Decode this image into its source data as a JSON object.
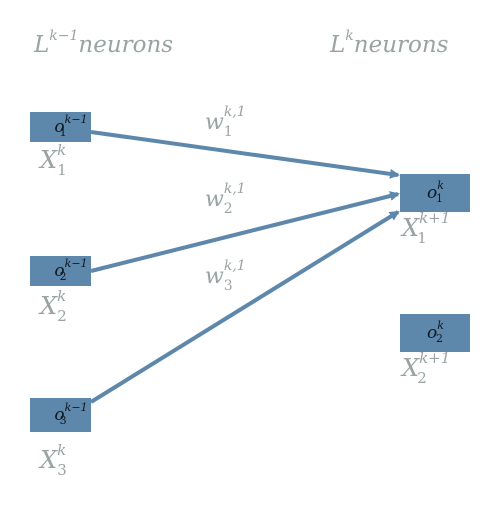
{
  "layers": {
    "left": {
      "base": "L",
      "sup": "k−1",
      "word": "neurons"
    },
    "right": {
      "base": "L",
      "sup": "k",
      "word": "neurons"
    }
  },
  "left_neurons": [
    {
      "o_base": "o",
      "o_sup": "k−1",
      "o_sub": "1",
      "x_base": "X",
      "x_sup": "k",
      "x_sub": "1"
    },
    {
      "o_base": "o",
      "o_sup": "k−1",
      "o_sub": "2",
      "x_base": "X",
      "x_sup": "k",
      "x_sub": "2"
    },
    {
      "o_base": "o",
      "o_sup": "k−1",
      "o_sub": "3",
      "x_base": "X",
      "x_sup": "k",
      "x_sub": "3"
    }
  ],
  "right_neurons": [
    {
      "o_base": "o",
      "o_sup": "k",
      "o_sub": "1",
      "x_base": "X",
      "x_sup": "k+1",
      "x_sub": "1"
    },
    {
      "o_base": "o",
      "o_sup": "k",
      "o_sub": "2",
      "x_base": "X",
      "x_sup": "k+1",
      "x_sub": "2"
    }
  ],
  "weights": [
    {
      "base": "w",
      "sup": "k,1",
      "sub": "1"
    },
    {
      "base": "w",
      "sup": "k,1",
      "sub": "2"
    },
    {
      "base": "w",
      "sup": "k,1",
      "sub": "3"
    }
  ],
  "colors": {
    "neuron_fill": "#5d87ab",
    "edge": "#5d87ab",
    "label_gray": "#9aa3a3"
  }
}
